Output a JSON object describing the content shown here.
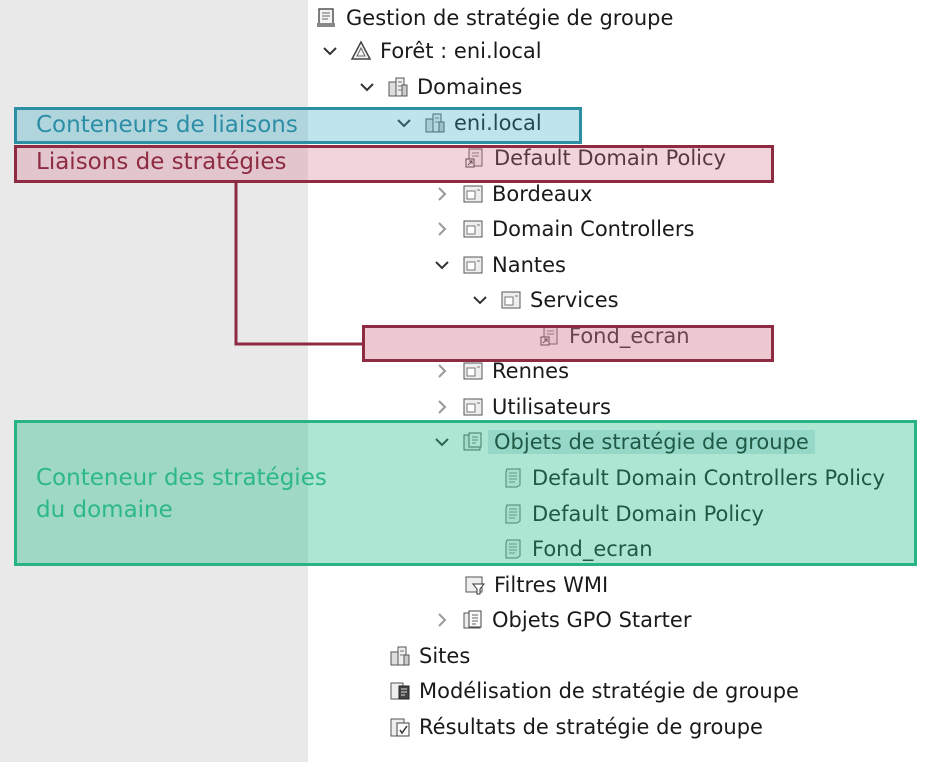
{
  "tree": {
    "root": {
      "label": "Gestion de stratégie de groupe",
      "icon": "console-icon"
    },
    "forest": {
      "label": "Forêt : eni.local",
      "icon": "forest-icon",
      "expanded": true
    },
    "domains": {
      "label": "Domaines",
      "icon": "domains-icon",
      "expanded": true
    },
    "domain": {
      "label": "eni.local",
      "icon": "domain-icon",
      "expanded": true
    },
    "items": [
      {
        "label": "Default Domain Policy",
        "icon": "gpo-link-icon"
      },
      {
        "label": "Bordeaux",
        "icon": "ou-icon",
        "expanded": false
      },
      {
        "label": "Domain Controllers",
        "icon": "ou-icon",
        "expanded": false
      },
      {
        "label": "Nantes",
        "icon": "ou-icon",
        "expanded": true
      },
      {
        "label": "Services",
        "icon": "ou-icon",
        "expanded": true
      },
      {
        "label": "Fond_ecran",
        "icon": "gpo-link-icon"
      },
      {
        "label": "Rennes",
        "icon": "ou-icon",
        "expanded": false
      },
      {
        "label": "Utilisateurs",
        "icon": "ou-icon",
        "expanded": false
      },
      {
        "label": "Objets de stratégie de groupe",
        "icon": "gpo-container-icon",
        "expanded": true,
        "selected": true
      },
      {
        "label": "Default Domain Controllers Policy",
        "icon": "gpo-icon"
      },
      {
        "label": "Default Domain Policy",
        "icon": "gpo-icon"
      },
      {
        "label": "Fond_ecran",
        "icon": "gpo-icon"
      },
      {
        "label": "Filtres WMI",
        "icon": "wmi-filter-icon"
      },
      {
        "label": "Objets GPO Starter",
        "icon": "starter-gpo-icon",
        "expanded": false
      }
    ],
    "sites": {
      "label": "Sites",
      "icon": "sites-icon"
    },
    "modeling": {
      "label": "Modélisation de stratégie de groupe",
      "icon": "modeling-icon"
    },
    "results": {
      "label": "Résultats de stratégie de groupe",
      "icon": "results-icon"
    }
  },
  "annotations": {
    "conteneurs_liaisons": "Conteneurs de liaisons",
    "liaisons_strategies": "Liaisons de stratégies",
    "conteneur_domaine_line1": "Conteneur des stratégies",
    "conteneur_domaine_line2": "du domaine",
    "colors": {
      "blue": "#2d8fa4",
      "red": "#8e2b42",
      "green": "#27b386"
    }
  }
}
